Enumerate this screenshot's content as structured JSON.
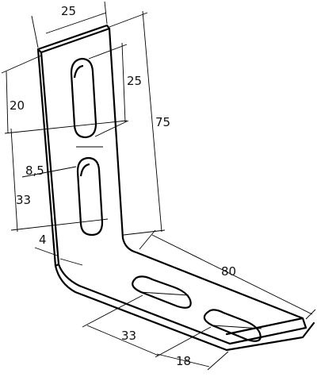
{
  "drawing": {
    "title": "",
    "dimensions": {
      "vertical_leg_width": "25",
      "slot_length": "25",
      "slot_offset_top": "20",
      "overall_height": "75",
      "slot_width": "8,5",
      "slot_spacing_vertical": "33",
      "thickness": "4",
      "base_length": "80",
      "slot_spacing_horizontal": "33",
      "slot_offset_end": "18"
    },
    "colors": {
      "line": "#000000",
      "background": "#ffffff"
    }
  }
}
